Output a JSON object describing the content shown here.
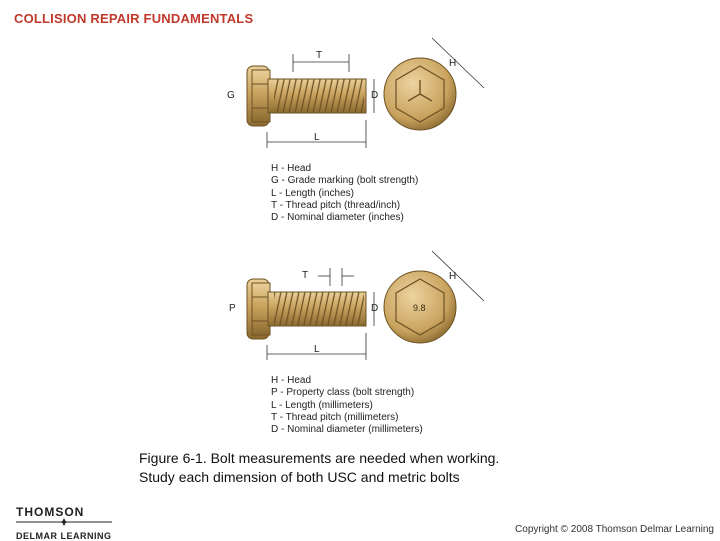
{
  "header": {
    "title": "COLLISION REPAIR FUNDAMENTALS"
  },
  "diagram_top": {
    "labels": {
      "t": "T",
      "g": "G",
      "d": "D",
      "l": "L",
      "h": "H"
    },
    "legend": [
      "H - Head",
      "G - Grade marking (bolt strength)",
      "L - Length (inches)",
      "T - Thread pitch (thread/inch)",
      "D - Nominal diameter (inches)"
    ]
  },
  "diagram_bottom": {
    "labels": {
      "t": "T",
      "p": "P",
      "d": "D",
      "l": "L",
      "h": "H",
      "head_mark": "9.8"
    },
    "legend": [
      "H - Head",
      "P - Property class (bolt strength)",
      "L - Length (millimeters)",
      "T - Thread pitch (millimeters)",
      "D - Nominal diameter (millimeters)"
    ]
  },
  "caption": {
    "line1": "Figure 6-1.  Bolt measurements are needed when working.",
    "line2": "Study each dimension of both USC and metric bolts"
  },
  "logo": {
    "top": "THOMSON",
    "bottom": "DELMAR LEARNING"
  },
  "copyright": "Copyright © 2008 Thomson Delmar Learning",
  "colors": {
    "header_red": "#c0392b",
    "bolt_gold": "#c9a35e",
    "bolt_dark": "#8a6a30"
  }
}
